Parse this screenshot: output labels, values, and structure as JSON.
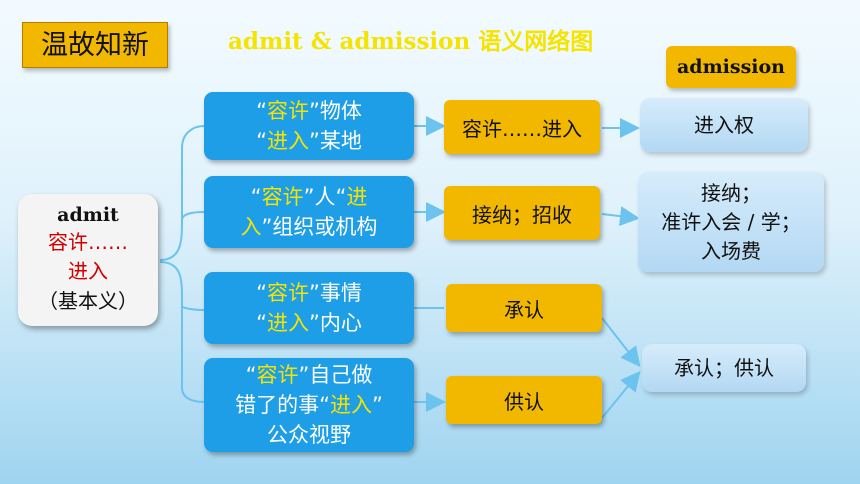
{
  "tag": "温故知新",
  "title": "admit & admission 语义网络图",
  "admission_label": "admission",
  "root": {
    "word": "admit",
    "meaning_1": "容许……",
    "meaning_2": "进入",
    "note": "（基本义）"
  },
  "senses": [
    {
      "lines": [
        [
          "“",
          "容许",
          "”物体"
        ],
        [
          "“",
          "进入",
          "”某地"
        ]
      ]
    },
    {
      "lines": [
        [
          "“",
          "容许",
          "”人“",
          "进"
        ],
        [
          "",
          "入",
          "”组织或机构"
        ]
      ]
    },
    {
      "lines": [
        [
          "“",
          "容许",
          "”事情"
        ],
        [
          "“",
          "进入",
          "”内心"
        ]
      ]
    },
    {
      "lines": [
        [
          "“",
          "容许",
          "”自己做"
        ],
        [
          "错了的事“",
          "进入",
          "”"
        ],
        [
          "公众视野"
        ]
      ]
    }
  ],
  "middle": [
    "容许……进入",
    "接纳；招收",
    "承认",
    "供认"
  ],
  "results": [
    [
      "进入权"
    ],
    [
      "接纳；",
      "准许入会 / 学；",
      "入场费"
    ],
    [
      "承认；供认"
    ]
  ],
  "colors": {
    "accent_yellow": "#f2b800",
    "sense_blue": "#1e9ee6",
    "highlight_yellow": "#f5e400",
    "root_red": "#d00000"
  }
}
